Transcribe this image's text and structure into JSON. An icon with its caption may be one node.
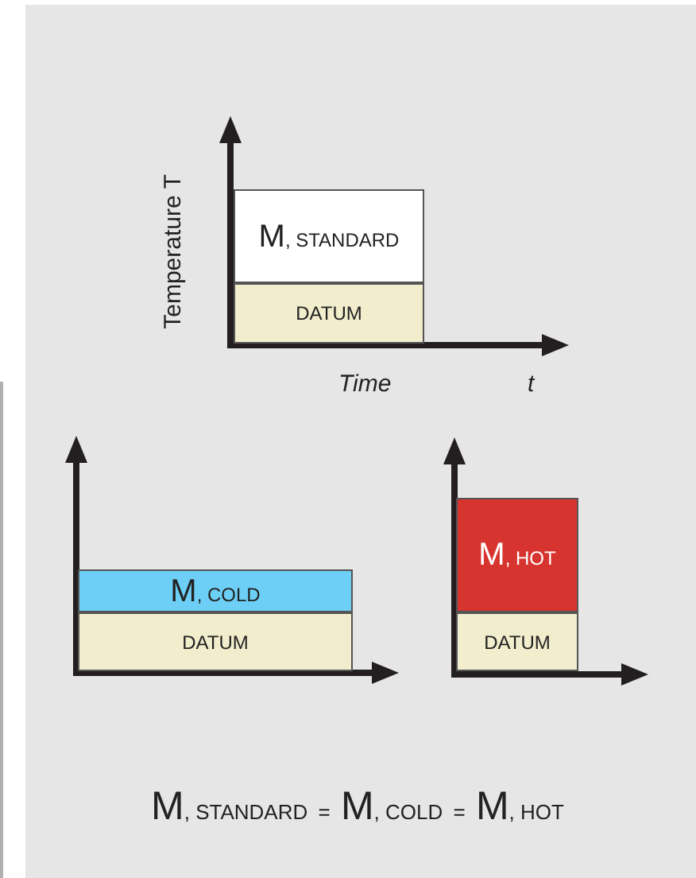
{
  "diagram": {
    "nodes": [
      {
        "text": [
          "M, STANDARD"
        ]
      },
      {
        "text": [
          "DATUM"
        ]
      },
      {
        "text": [
          "M, COLD"
        ]
      },
      {
        "text": [
          "DATUM"
        ]
      },
      {
        "text": [
          "M, HOT"
        ]
      },
      {
        "text": [
          "DATUM"
        ]
      }
    ],
    "labels": [
      "Temperature T",
      "Time",
      "t",
      "M, STANDARD = M, COLD = M, HOT"
    ]
  }
}
